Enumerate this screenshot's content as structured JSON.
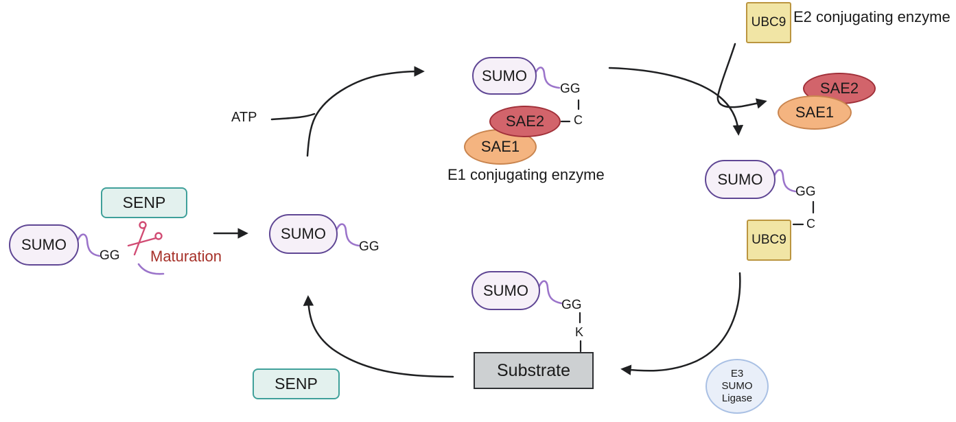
{
  "labels": {
    "sumo": "SUMO",
    "gg": "GG",
    "c": "C",
    "k": "K",
    "senp": "SENP",
    "maturation": "Maturation",
    "atp": "ATP",
    "sae1": "SAE1",
    "sae2": "SAE2",
    "ubc9": "UBC9",
    "e1_label": "E1 conjugating enzyme",
    "e2_label": "E2 conjugating enzyme",
    "substrate": "Substrate",
    "e3_line1": "E3",
    "e3_line2": "SUMO",
    "e3_line3": "Ligase"
  },
  "colors": {
    "sumo_fill": "#f6f0f8",
    "sumo_border": "#5f4694",
    "sumo_tail": "#9b74ca",
    "senp_fill": "#e3f1ee",
    "senp_border": "#3fa09a",
    "ubc9_fill": "#f1e5a5",
    "ubc9_border": "#bb953f",
    "sae2_fill": "#d2646b",
    "sae2_border": "#a03039",
    "sae1_fill": "#f4b480",
    "sae1_border": "#c9854f",
    "substrate_fill": "#cdd0d2",
    "substrate_border": "#2e3033",
    "e3_fill": "#e9eff9",
    "e3_border": "#a9c0e4",
    "maturation_text": "#a63028",
    "scissors": "#d14b73",
    "line": "#1f2022"
  }
}
